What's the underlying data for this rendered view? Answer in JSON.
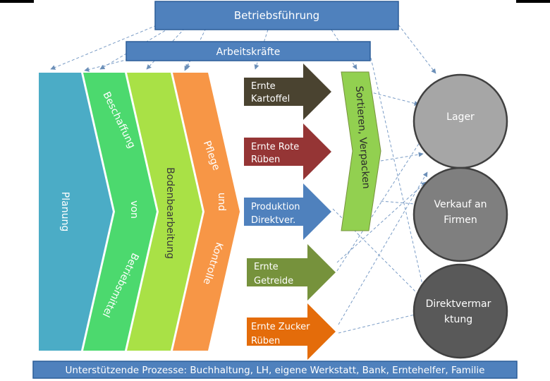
{
  "top_box": "Betriebsführung",
  "second_box": "Arbeitskräfte",
  "bottom_bar": "Unterstützende Prozesse: Buchhaltung, LH, eigene Werkstatt, Bank, Erntehelfer, Familie",
  "chevrons": {
    "planung": "Planung",
    "beschaffung": [
      "Beschaffung",
      "von",
      "Betriebsmittel"
    ],
    "boden": "Bodenbearbeitung",
    "pflege": [
      "Pflege",
      "und",
      "Kontrolle"
    ]
  },
  "arrows": [
    {
      "lines": [
        "Ernte",
        "Kartoffel"
      ],
      "color": "#4a4330"
    },
    {
      "lines": [
        "Ernte Rote",
        "Rüben"
      ],
      "color": "#953535"
    },
    {
      "lines": [
        "Produktion",
        "Direktver."
      ],
      "color": "#4f81bd"
    },
    {
      "lines": [
        "Ernte",
        "Getreide"
      ],
      "color": "#76923c"
    },
    {
      "lines": [
        "Ernte Zucker",
        "Rüben"
      ],
      "color": "#e46c0a"
    }
  ],
  "sorting": "Sortieren, Verpacken",
  "circles": [
    {
      "lines": [
        "Lager"
      ],
      "color": "#a6a6a6"
    },
    {
      "lines": [
        "Verkauf an",
        "Firmen"
      ],
      "color": "#7f7f7f"
    },
    {
      "lines": [
        "Direktvermar",
        "ktung"
      ],
      "color": "#595959"
    }
  ],
  "colors": {
    "box_fill": "#4f81bd",
    "box_stroke": "#2c5d98",
    "planung": "#4bacc6",
    "beschaffung": "#4cd96e",
    "boden": "#a9e146",
    "pflege": "#f79646",
    "sorting": "#92d050"
  }
}
